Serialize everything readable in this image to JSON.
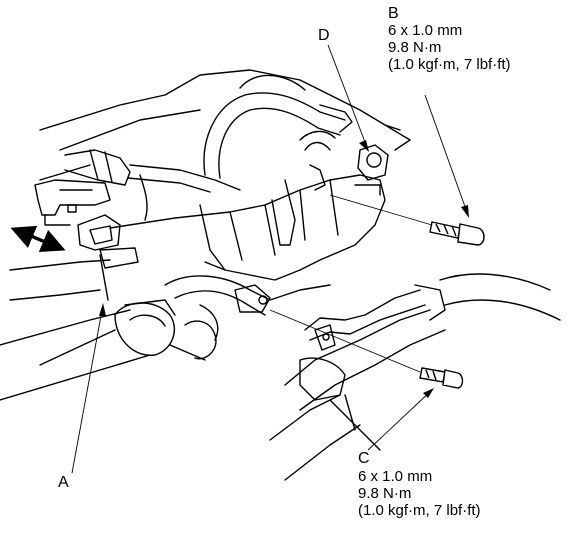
{
  "callouts": {
    "a": "A",
    "b": "B",
    "c": "C",
    "d": "D"
  },
  "spec_b": {
    "line1": "6 x 1.0 mm",
    "line2": "9.8 N·m",
    "line3": "(1.0 kgf·m, 7 lbf·ft)"
  },
  "spec_c": {
    "line1": "6 x 1.0 mm",
    "line2": "9.8 N·m",
    "line3": "(1.0 kgf·m, 7 lbf·ft)"
  },
  "colors": {
    "line": "#000000",
    "background": "#ffffff"
  }
}
